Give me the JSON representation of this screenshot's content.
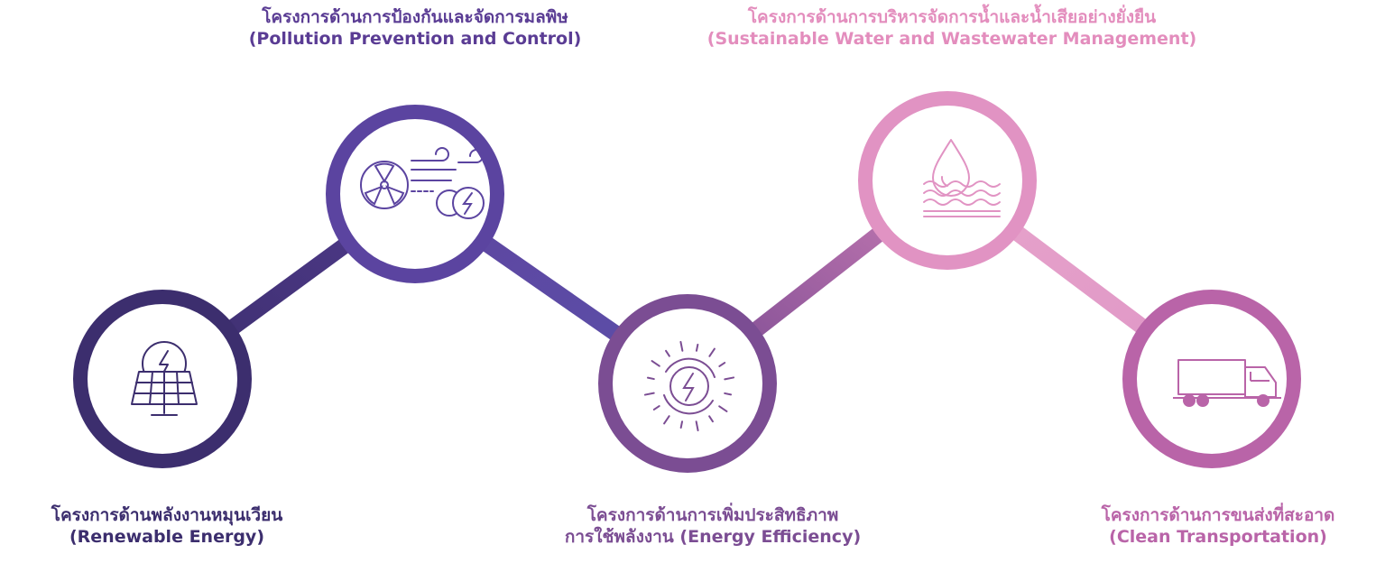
{
  "projects": {
    "renewable": {
      "thai": "โครงการด้านพลังงานหมุนเวียน",
      "english": "(Renewable Energy)",
      "icon": "solar-panel-icon",
      "color": "#3c2e6e"
    },
    "pollution": {
      "thai": "โครงการด้านการป้องกันและจัดการมลพิษ",
      "english": "(Pollution Prevention and Control)",
      "icon": "wind-turbine-icon",
      "color": "#5a3c94"
    },
    "efficiency": {
      "thai": "โครงการด้านการเพิ่มประสิทธิภาพ",
      "english": "การใช้พลังงาน (Energy Efficiency)",
      "icon": "energy-bolt-icon",
      "color": "#7b4d93"
    },
    "water": {
      "thai": "โครงการด้านการบริหารจัดการน้ำและน้ำเสียอย่างยั่งยืน",
      "english": "(Sustainable Water and Wastewater Management)",
      "icon": "water-drop-icon",
      "color": "#e38dbd"
    },
    "transport": {
      "thai": "โครงการด้านการขนส่งที่สะอาด",
      "english": "(Clean Transportation)",
      "icon": "truck-icon",
      "color": "#b964a8"
    }
  }
}
